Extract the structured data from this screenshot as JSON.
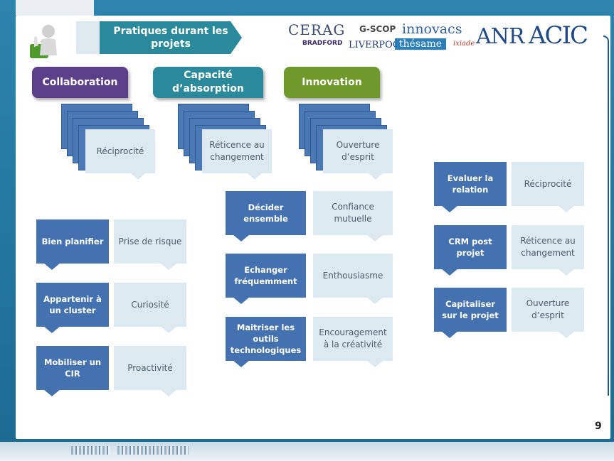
{
  "header": {
    "title": "Pratiques durant les projets"
  },
  "logos": [
    {
      "name": "CERAG",
      "text": "CERAG"
    },
    {
      "name": "G-SCOP",
      "text": "G-SCOP"
    },
    {
      "name": "innovacs",
      "text": "innovacs"
    },
    {
      "name": "ANR",
      "text": "ANR"
    },
    {
      "name": "ACIC",
      "text": "ACIC"
    },
    {
      "name": "University of Bradford",
      "text": "BRADFORD"
    },
    {
      "name": "University of Liverpool",
      "text": "LIVERPOOL"
    },
    {
      "name": "thésame",
      "text": "thésame"
    },
    {
      "name": "ixiade",
      "text": "ixiade"
    }
  ],
  "categories": [
    {
      "label": "Collaboration",
      "color": "#5b3f88",
      "stack_label": "Réciprocité"
    },
    {
      "label": "Capacité d’absorption",
      "color": "#2a8a9c",
      "stack_label": "Réticence au changement"
    },
    {
      "label": "Innovation",
      "color": "#6f9a2b",
      "stack_label": "Ouverture d’esprit"
    }
  ],
  "left_pairs": [
    {
      "practice": "Bien planifier",
      "value": "Prise de risque"
    },
    {
      "practice": "Appartenir à un cluster",
      "value": "Curiosité"
    },
    {
      "practice": "Mobiliser un CIR",
      "value": "Proactivité"
    }
  ],
  "middle_pairs": [
    {
      "practice": "Décider ensemble",
      "value": "Confiance mutuelle"
    },
    {
      "practice": "Echanger fréquemment",
      "value": "Enthousiasme"
    },
    {
      "practice": "Maitriser les outils technologiques",
      "value": "Encouragement à la créativité"
    }
  ],
  "right_pairs": [
    {
      "practice": "Evaluer la relation",
      "value": "Réciprocité"
    },
    {
      "practice": "CRM post projet",
      "value": "Réticence au changement"
    },
    {
      "practice": "Capitaliser sur le projet",
      "value": "Ouverture d’esprit"
    }
  ],
  "page_number": "9",
  "colors": {
    "practice_box": "#4472b0",
    "value_box": "#dce9f1",
    "frame": "#1f6f94"
  }
}
